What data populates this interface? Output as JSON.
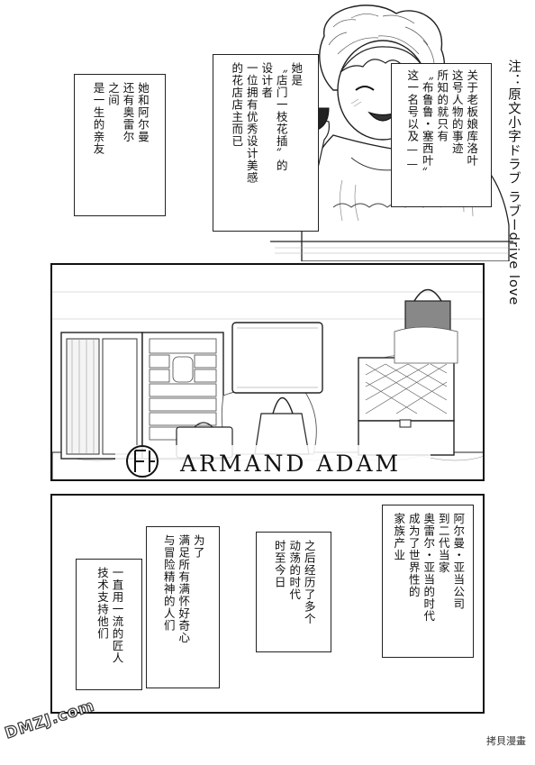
{
  "top_panel": {
    "box_left": [
      "她和阿尔曼",
      "还有奥雷尔",
      "之间",
      "是一生的亲友"
    ],
    "box_middle": [
      "她是",
      "〝店门一枝花插〞的",
      "设计者",
      "一位拥有优秀设计美感",
      "的花店店主而已"
    ],
    "box_right": [
      "关于老板娘库洛叶",
      "这号人物的事迹",
      "所知的就只有",
      "〝布鲁鲁・塞西叶〞",
      "这一名号以及——"
    ],
    "embedded_word": "drive love"
  },
  "side_note": "注：原文小字ドラブ ラブーdrive love",
  "middle_panel": {
    "brand_text": "ARMAND ADAM",
    "logo_icon": "armand-adam-logo-icon"
  },
  "bottom_panel": {
    "box_1": [
      "阿尔曼・亚当公司",
      "到二代当家",
      "奥雷尔・亚当的时代",
      "成为了世界性的",
      "家族产业"
    ],
    "box_2": [
      "之后经历了多个",
      "动荡的时代",
      "时至今日"
    ],
    "box_3": [
      "为了",
      "满足所有满怀好奇心",
      "与冒险精神的人们"
    ],
    "box_4": [
      "一直用一流的匠人",
      "技术支持他们"
    ]
  },
  "watermark": {
    "site": "DMZJ.com",
    "corner": "拷貝漫畫"
  }
}
